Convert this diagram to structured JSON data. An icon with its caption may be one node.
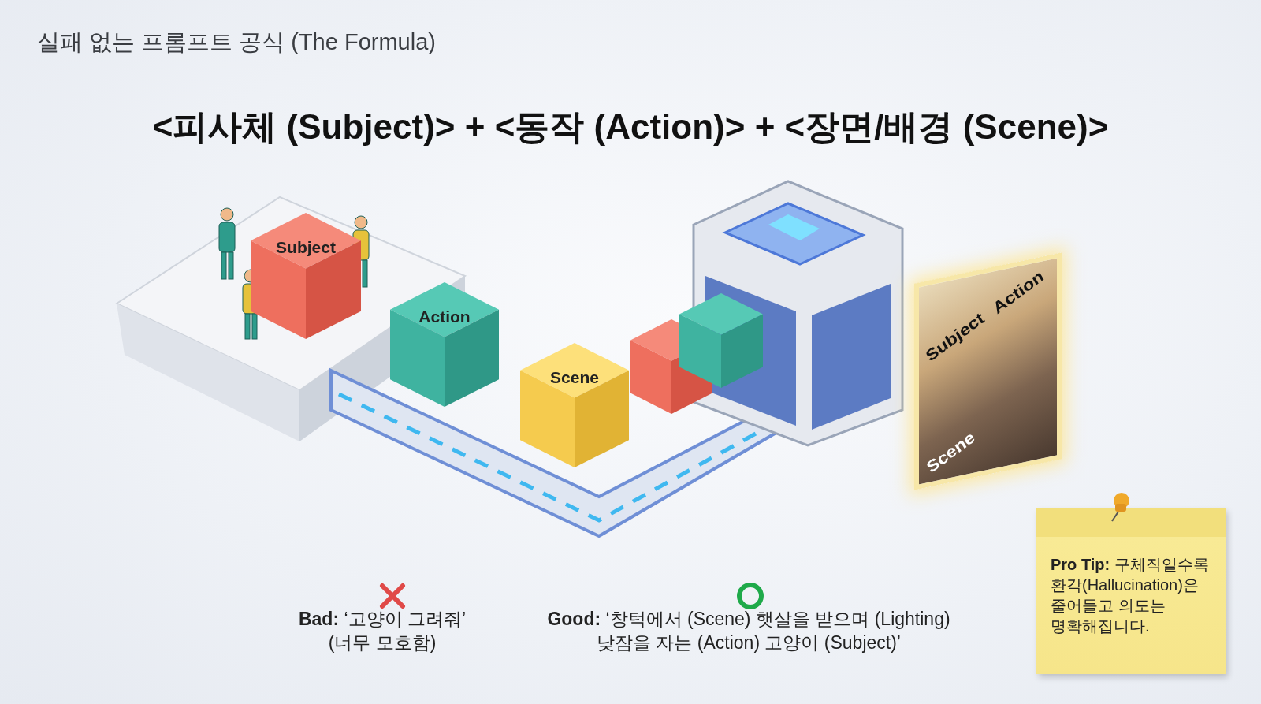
{
  "diagram": {
    "title": "실패 없는 프롬프트 공식 (The Formula)",
    "nodes": [
      {
        "text": [
          "Subject"
        ]
      },
      {
        "text": [
          "Action"
        ]
      },
      {
        "text": [
          "Scene"
        ]
      },
      {
        "text": [],
        "shape": "cube"
      },
      {
        "text": [],
        "shape": "cube"
      },
      {
        "text": [
          "Subject",
          "Action",
          "Scene"
        ]
      },
      {
        "text": [
          "**Pro Tip:** 구체직일수록 환각(Hallucination)은 줄어들고 의도는 명확해집니다."
        ]
      }
    ],
    "labels": [
      "<피사체 (Subject)> + <동작 (Action)> + <장면/배경 (Scene)>",
      "**Bad:** ‘고양이 그려줘’ (너무 모호함)",
      "**Good:** ‘창턱에서 (Scene) 햇살을 받으며 (Lighting) 낮잠을 자는 (Action) 고양이 (Subject)’"
    ]
  }
}
